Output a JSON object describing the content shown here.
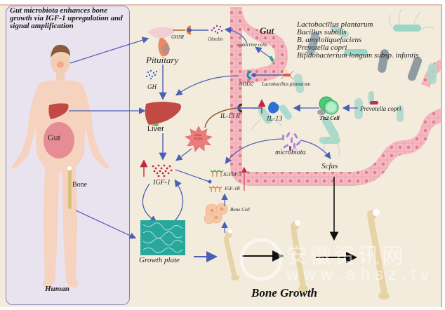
{
  "title": "Gut microbiota enhances bone growth via IGF-1 upregulation and signal amplification",
  "human_panel": {
    "caption": "Human",
    "organ_labels": {
      "gut": "Gut",
      "bone": "Bone"
    }
  },
  "labels": {
    "gut": "Gut",
    "endocrine_cells": "endocrine cells",
    "ghrelin": "Ghrelin",
    "ghsr": "GHSR",
    "pituitary": "Pituitary",
    "gh": "GH",
    "liver": "Liver",
    "nod2": "NOD2",
    "lactobacillus_plantarum": "Lactobacillus plantarum",
    "il13r": "IL-13 R",
    "il13": "IL-13",
    "th2_cell": "Th2 Cell",
    "prevotella_copri": "Prevotella copri",
    "jak2_stat6_line1": "JAK2",
    "jak2_stat6_line2": "STAT6",
    "igf1": "IGF-1",
    "igfbp3": "IGFBP-3",
    "igf1r": "IGF-1R",
    "bone_cell": "Bone Cell",
    "microbiota": "microbiota",
    "scfas": "Scfas",
    "growth_plate": "Growth plate",
    "bone_growth": "Bone Growth"
  },
  "bacteria_list": [
    "Lactobacillus plantarum",
    "Bacillus subtilis",
    "B. amyloliquefaciens",
    "Prevotella copri",
    "Bifidobacterium longum subsp. infantis"
  ],
  "watermark": {
    "text_cn": "安徽资讯网",
    "url": "www.ahsz.tv"
  },
  "colors": {
    "background": "#f3ecdc",
    "human_panel": "#e9e3ef",
    "arrow_blue": "#4a5fb5",
    "gut_pink": "#f4b8c0",
    "liver": "#c9504c",
    "igf_red": "#c0283a",
    "bone": "#e7d3a6",
    "growth_plate": "#2aa79b"
  }
}
